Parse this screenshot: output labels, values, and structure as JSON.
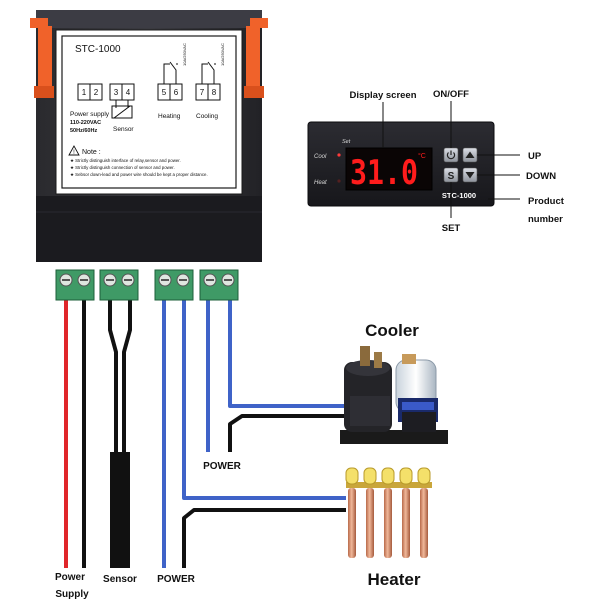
{
  "controller_label": {
    "model": "STC-1000",
    "terminals": [
      "1",
      "2",
      "3",
      "4",
      "5",
      "6",
      "7",
      "8"
    ],
    "relay_rating": "10A/250VAC",
    "power_supply": "Power supply",
    "voltage": "110-220VAC",
    "frequency": "50Hz/60Hz",
    "sensor": "Sensor",
    "heating": "Heating",
    "cooling": "Cooling",
    "note_title": "Note :",
    "notes": [
      "Strictly distinguish interface of relay,sensor and power.",
      "Strictly distinguish connection of sensor and power.",
      "Sebsor down-lead and power wire should be kept a proper distance."
    ]
  },
  "front_panel": {
    "cool_indicator": "Cool",
    "heat_indicator": "Heat",
    "set_indicator": "Set",
    "display_value": "31.0",
    "display_unit": "°C",
    "set_button": "S",
    "model": "STC-1000"
  },
  "callouts": {
    "display_screen": "Display screen",
    "on_off": "ON/OFF",
    "up": "UP",
    "down": "DOWN",
    "set": "SET",
    "product_number_line1": "Product",
    "product_number_line2": "number"
  },
  "wiring": {
    "cooler": "Cooler",
    "heater": "Heater",
    "power_right": "POWER",
    "power_bottom": "POWER",
    "sensor": "Sensor",
    "power_supply_line1": "Power",
    "power_supply_line2": "Supply"
  },
  "colors": {
    "housing_black": "#1e1e22",
    "clip_orange": "#f0622a",
    "led_red": "#ff1c1c",
    "terminal_green": "#3f9a66",
    "wire_red": "#e0262a",
    "wire_blue": "#3f63c8",
    "wire_black": "#111111"
  }
}
